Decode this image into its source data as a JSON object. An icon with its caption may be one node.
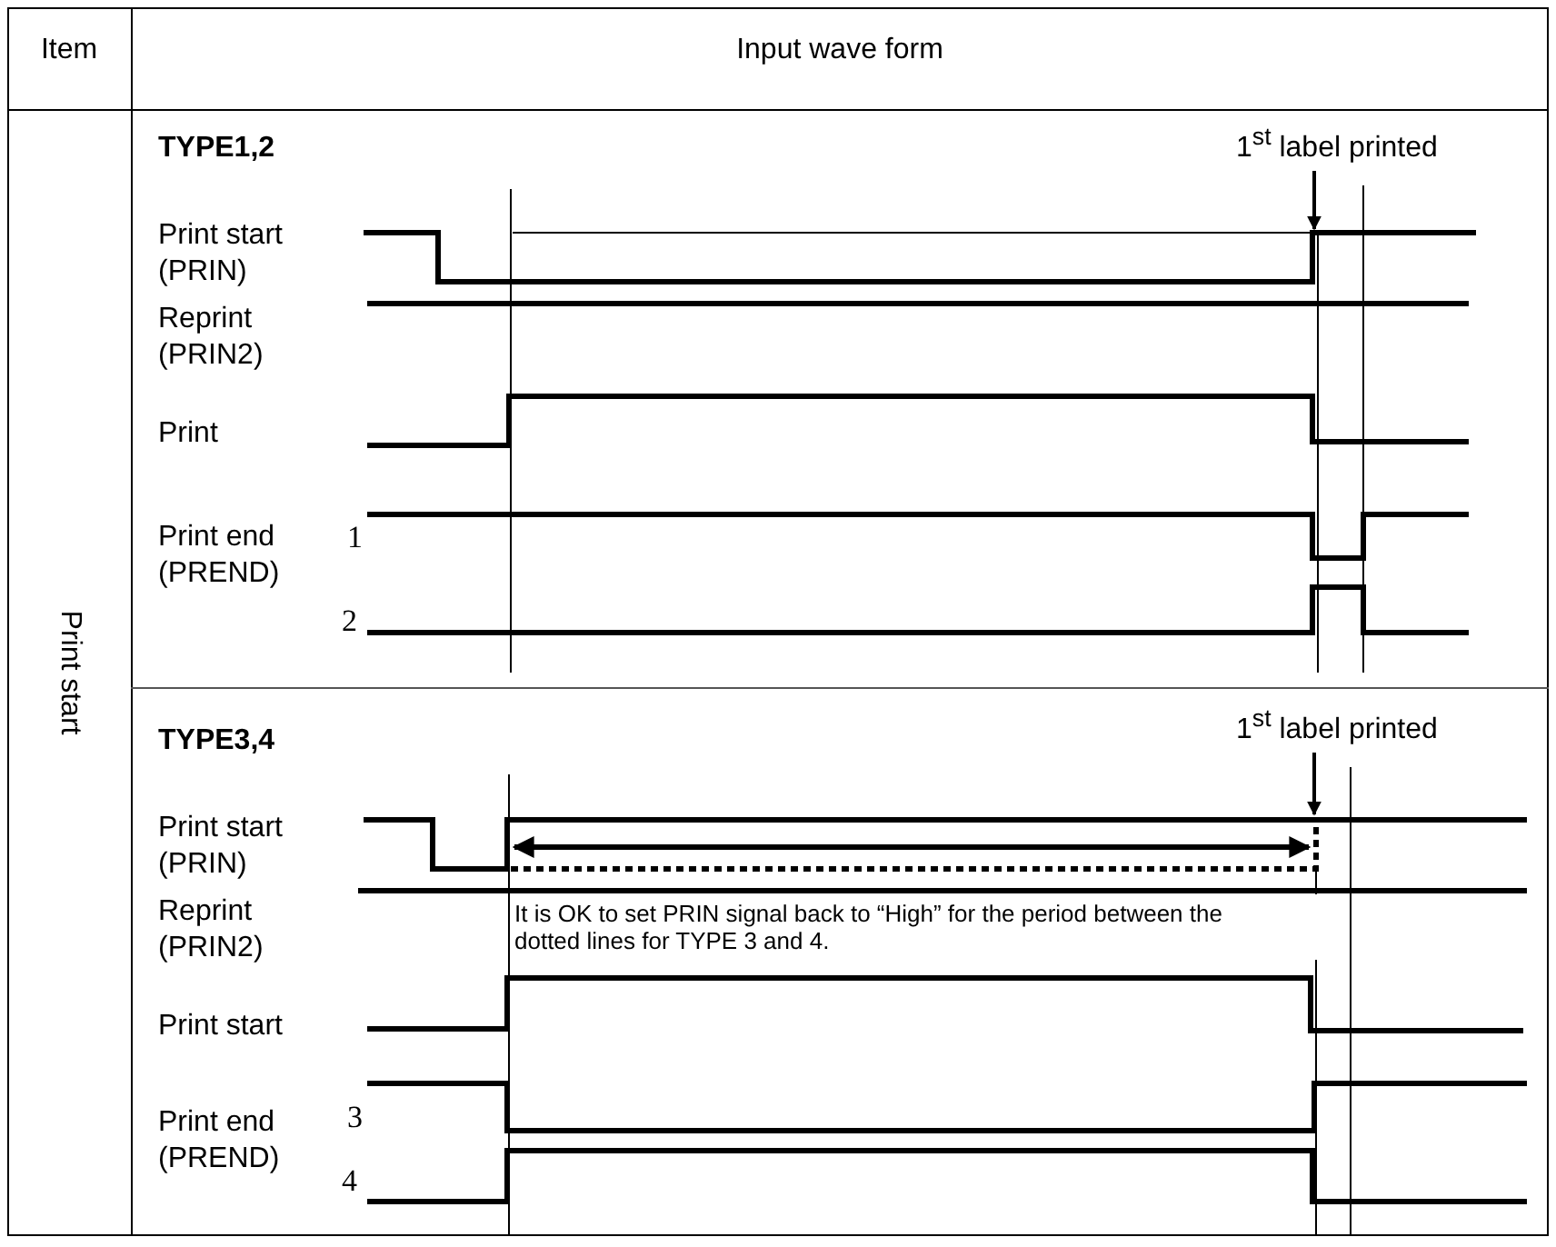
{
  "diagram": {
    "nodes": [
      {
        "text": [
          "1$^{st}$ label printed"
        ]
      },
      {
        "text": [
          "1$^{st}$ label printed"
        ]
      }
    ],
    "edges": [
      {
        "from": 0,
        "to": null,
        "arrow": "to"
      },
      {
        "from": 1,
        "to": null,
        "arrow": "to"
      }
    ],
    "labels": [
      "Item",
      "Input wave form",
      "Print start",
      "TYPE1,2",
      "Print start (PRIN)",
      "Reprint (PRIN2)",
      "Print",
      "Print end (PREND)",
      "1",
      "2",
      "TYPE3,4",
      "Print start (PRIN)",
      "Reprint (PRIN2)",
      "Print start",
      "Print end (PREND)",
      "3",
      "4",
      "It is OK to set PRIN signal back to “High” for the period between the dotted lines for TYPE 3 and 4."
    ]
  }
}
